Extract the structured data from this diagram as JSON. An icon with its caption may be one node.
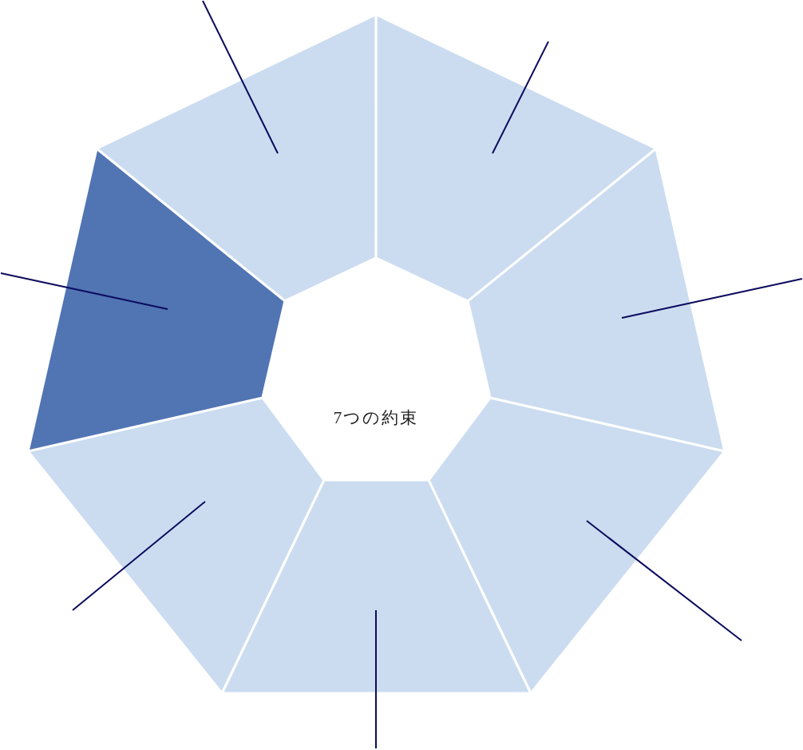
{
  "diagram": {
    "nodes": [
      {
        "text": [],
        "shape": "trapezoid"
      },
      {
        "text": [],
        "shape": "trapezoid"
      },
      {
        "text": [],
        "shape": "trapezoid"
      },
      {
        "text": [],
        "shape": "trapezoid"
      },
      {
        "text": [],
        "shape": "trapezoid"
      },
      {
        "text": [],
        "shape": "trapezoid"
      },
      {
        "text": [],
        "shape": "trapezoid"
      },
      {
        "text": [
          "7つの約束"
        ]
      }
    ],
    "edges": [
      {
        "from": null,
        "to": 0,
        "arrow": "none"
      },
      {
        "from": null,
        "to": 1,
        "arrow": "none"
      },
      {
        "from": null,
        "to": 2,
        "arrow": "none"
      },
      {
        "from": null,
        "to": 3,
        "arrow": "none"
      },
      {
        "from": null,
        "to": 4,
        "arrow": "none"
      },
      {
        "from": null,
        "to": 5,
        "arrow": "none"
      },
      {
        "from": null,
        "to": 6,
        "arrow": "none"
      }
    ]
  }
}
